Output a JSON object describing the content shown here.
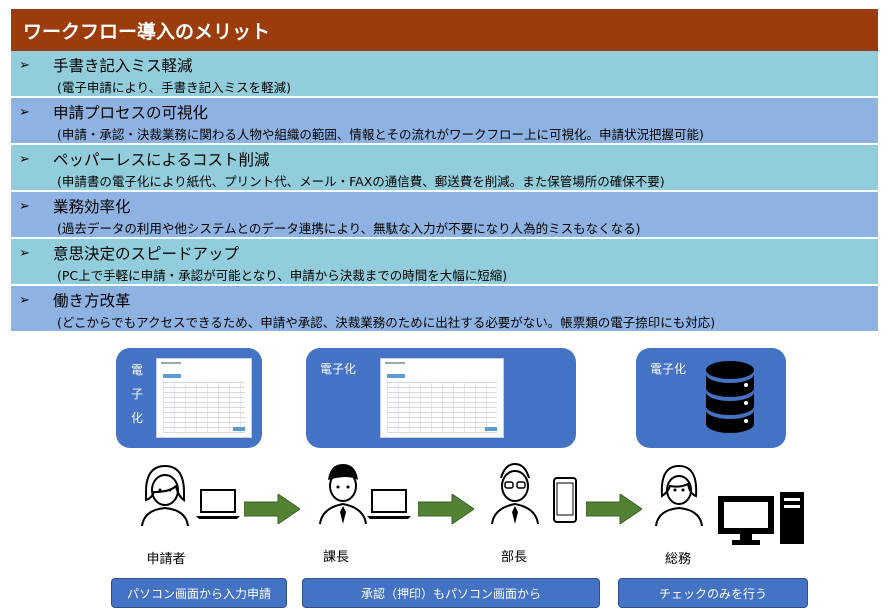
{
  "title": "ワークフロー導入のメリット",
  "benefits": [
    {
      "title": "手書き記入ミス軽減",
      "description": "(電子申請により、手書き記入ミスを軽減)"
    },
    {
      "title": "申請プロセスの可視化",
      "description": "(申請・承認・決裁業務に関わる人物や組織の範囲、情報とその流れがワークフロー上に可視化。申請状況把握可能)"
    },
    {
      "title": "ペッパーレスによるコスト削減",
      "description": "(申請書の電子化により紙代、プリント代、メール・FAXの通信費、郵送費を削減。また保管場所の確保不要)"
    },
    {
      "title": "業務効率化",
      "description": "(過去データの利用や他システムとのデータ連携により、無駄な入力が不要になり人為的ミスもなくなる)"
    },
    {
      "title": "意思決定のスピードアップ",
      "description": "(PC上で手軽に申請・承認が可能となり、申請から決裁までの時間を大幅に短縮)"
    },
    {
      "title": "働き方改革",
      "description": "(どこからでもアクセスできるため、申請や承認、決裁業務のために出社する必要がない。帳票類の電子捺印にも対応)"
    }
  ],
  "bullet": "➢",
  "bubbles": {
    "left_label_chars": [
      "電",
      "子",
      "化"
    ],
    "middle_label": "電子化",
    "right_label": "電子化"
  },
  "roles": {
    "applicant": "申請者",
    "section_chief": "課長",
    "department_head": "部長",
    "general_affairs": "総務"
  },
  "actions": {
    "apply": "パソコン画面から入力申請",
    "approve": "承認（押印）もパソコン画面から",
    "check": "チェックのみを行う"
  },
  "colors": {
    "title_bg": "#9c3c0a",
    "row_cyan": "#92cddc",
    "row_blue": "#8eb3e3",
    "bubble": "#4472c4",
    "arrow": "#548235"
  },
  "icons": [
    "person-icon",
    "laptop-icon",
    "smartphone-icon",
    "database-icon",
    "desktop-computer-icon",
    "arrow-right-icon"
  ]
}
